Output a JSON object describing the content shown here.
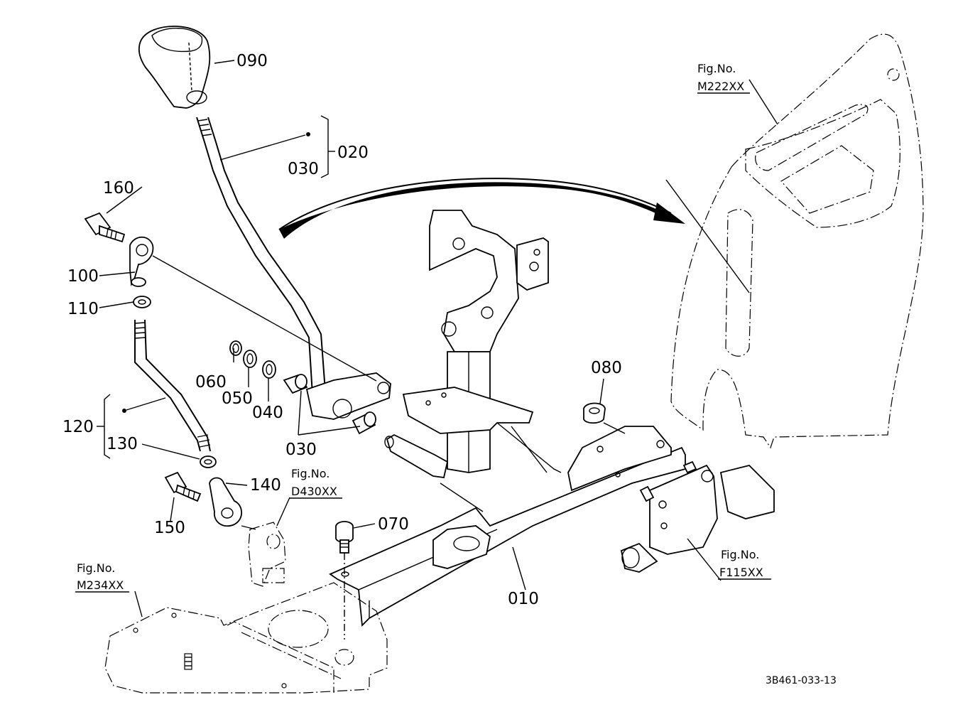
{
  "parts": {
    "p090": "090",
    "p030a": "030",
    "p020": "020",
    "p160": "160",
    "p100": "100",
    "p110": "110",
    "p060": "060",
    "p050": "050",
    "p040": "040",
    "p030b": "030",
    "p120": "120",
    "p130": "130",
    "p140": "140",
    "p150": "150",
    "p080": "080",
    "p070": "070",
    "p010": "010"
  },
  "figure_refs": {
    "m222": {
      "prefix": "Fig.No.",
      "code": "M222XX"
    },
    "d430": {
      "prefix": "Fig.No.",
      "code": "D430XX"
    },
    "m234": {
      "prefix": "Fig.No.",
      "code": "M234XX"
    },
    "f115": {
      "prefix": "Fig.No.",
      "code": "F115XX"
    }
  },
  "drawing_number": "3B461-033-13"
}
